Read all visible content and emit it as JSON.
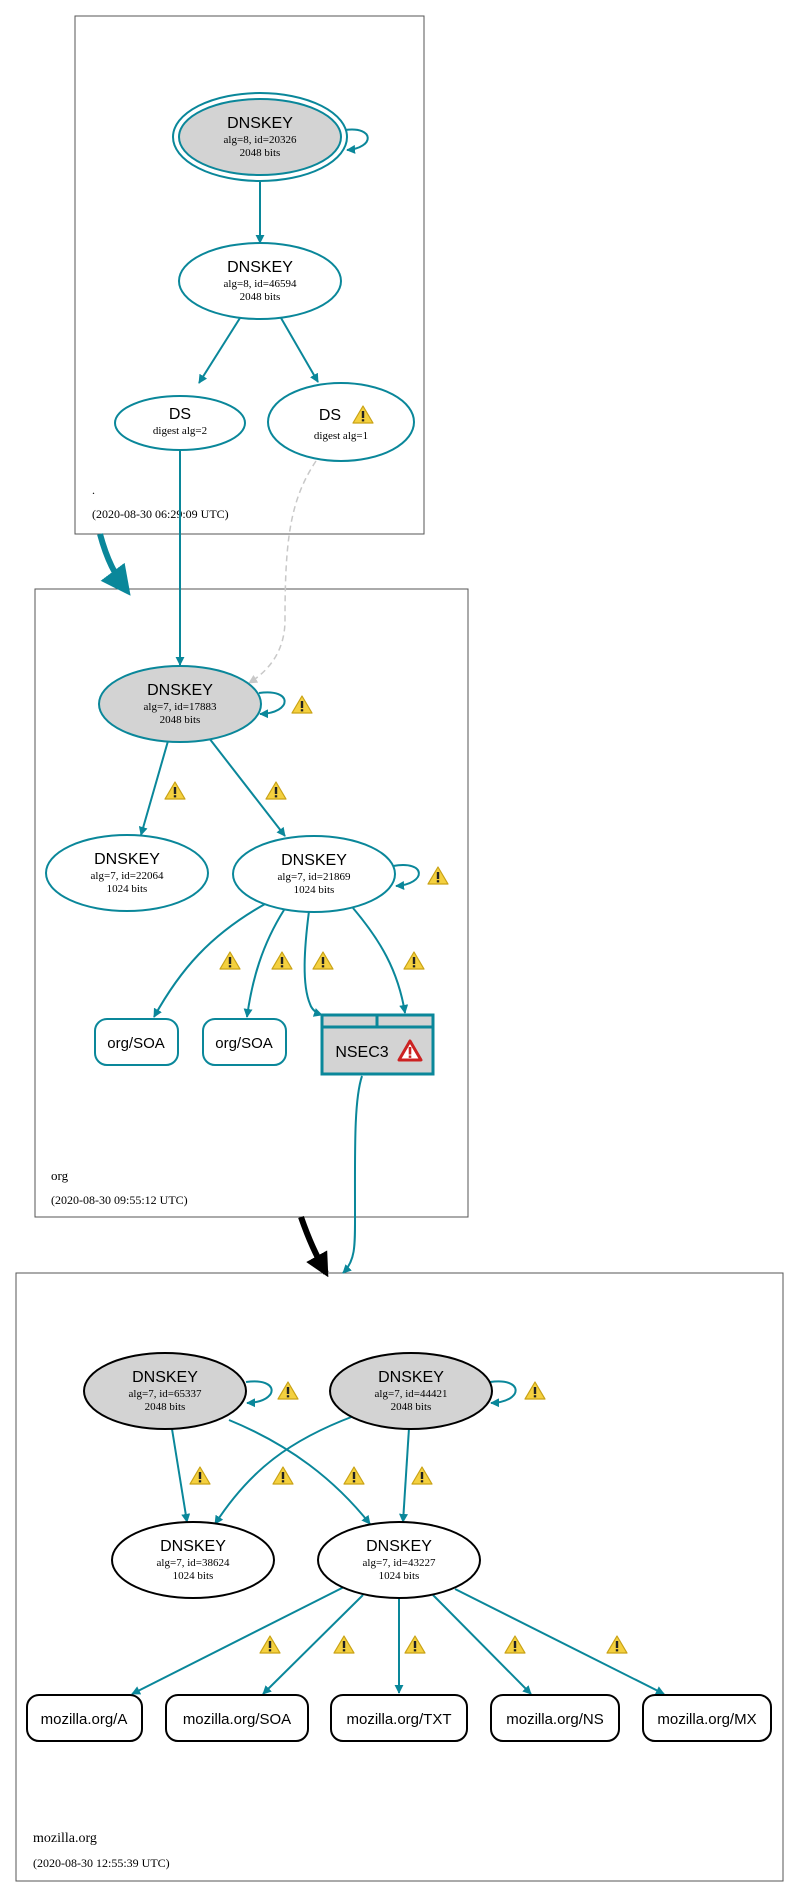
{
  "zones": {
    "root": {
      "name": ".",
      "timestamp": "(2020-08-30 06:29:09 UTC)"
    },
    "org": {
      "name": "org",
      "timestamp": "(2020-08-30 09:55:12 UTC)"
    },
    "mozilla": {
      "name": "mozilla.org",
      "timestamp": "(2020-08-30 12:55:39 UTC)"
    }
  },
  "nodes": {
    "root_ksk": {
      "title": "DNSKEY",
      "line1": "alg=8, id=20326",
      "line2": "2048 bits"
    },
    "root_zsk": {
      "title": "DNSKEY",
      "line1": "alg=8, id=46594",
      "line2": "2048 bits"
    },
    "root_ds2": {
      "title": "DS",
      "line1": "digest alg=2"
    },
    "root_ds1": {
      "title": "DS",
      "line1": "digest alg=1"
    },
    "org_ksk": {
      "title": "DNSKEY",
      "line1": "alg=7, id=17883",
      "line2": "2048 bits"
    },
    "org_k22064": {
      "title": "DNSKEY",
      "line1": "alg=7, id=22064",
      "line2": "1024 bits"
    },
    "org_k21869": {
      "title": "DNSKEY",
      "line1": "alg=7, id=21869",
      "line2": "1024 bits"
    },
    "org_soa1": {
      "title": "org/SOA"
    },
    "org_soa2": {
      "title": "org/SOA"
    },
    "org_nsec3": {
      "title": "NSEC3"
    },
    "moz_k65337": {
      "title": "DNSKEY",
      "line1": "alg=7, id=65337",
      "line2": "2048 bits"
    },
    "moz_k44421": {
      "title": "DNSKEY",
      "line1": "alg=7, id=44421",
      "line2": "2048 bits"
    },
    "moz_k38624": {
      "title": "DNSKEY",
      "line1": "alg=7, id=38624",
      "line2": "1024 bits"
    },
    "moz_k43227": {
      "title": "DNSKEY",
      "line1": "alg=7, id=43227",
      "line2": "1024 bits"
    },
    "moz_a": {
      "title": "mozilla.org/A"
    },
    "moz_soa": {
      "title": "mozilla.org/SOA"
    },
    "moz_txt": {
      "title": "mozilla.org/TXT"
    },
    "moz_ns": {
      "title": "mozilla.org/NS"
    },
    "moz_mx": {
      "title": "mozilla.org/MX"
    }
  },
  "colors": {
    "edge": "#0a879a",
    "key_fill": "#d3d3d3",
    "warning_fill": "#f4d03f",
    "error": "#cc2222",
    "insecure_edge": "#c8c8c8",
    "delegation_edge": "#000000"
  }
}
